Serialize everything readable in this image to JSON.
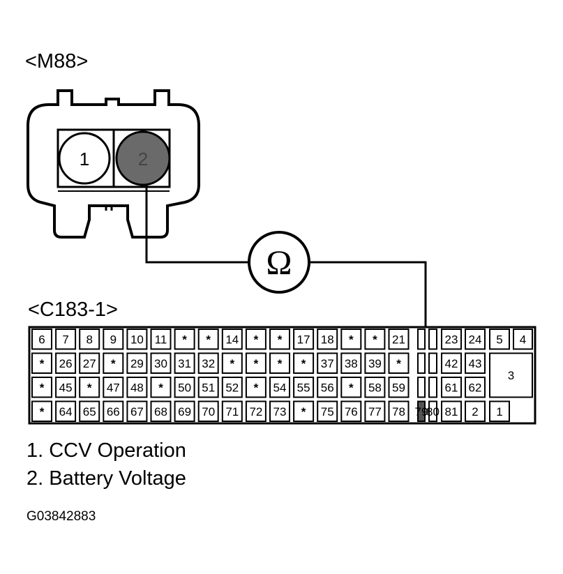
{
  "connector_m88": {
    "label": "<M88>",
    "pins": [
      "1",
      "2"
    ]
  },
  "meter_symbol": "Ω",
  "connector_c183": {
    "label": "<C183-1>",
    "rows": [
      [
        "6",
        "7",
        "8",
        "9",
        "10",
        "11",
        "*",
        "*",
        "14",
        "*",
        "*",
        "17",
        "18",
        "*",
        "*",
        "21",
        "",
        "",
        "23",
        "24",
        "5",
        "4"
      ],
      [
        "*",
        "26",
        "27",
        "*",
        "29",
        "30",
        "31",
        "32",
        "*",
        "*",
        "*",
        "*",
        "37",
        "38",
        "39",
        "*",
        "",
        "",
        "42",
        "43"
      ],
      [
        "*",
        "45",
        "*",
        "47",
        "48",
        "*",
        "50",
        "51",
        "52",
        "*",
        "54",
        "55",
        "56",
        "*",
        "58",
        "59",
        "",
        "",
        "61",
        "62"
      ],
      [
        "*",
        "64",
        "65",
        "66",
        "67",
        "68",
        "69",
        "70",
        "71",
        "72",
        "73",
        "*",
        "75",
        "76",
        "77",
        "78",
        "79",
        "80",
        "81",
        "2",
        "1"
      ]
    ],
    "big_pin": "3"
  },
  "legend": {
    "item1": "1. CCV Operation",
    "item2": "2. Battery Voltage"
  },
  "figure_id": "G03842883"
}
